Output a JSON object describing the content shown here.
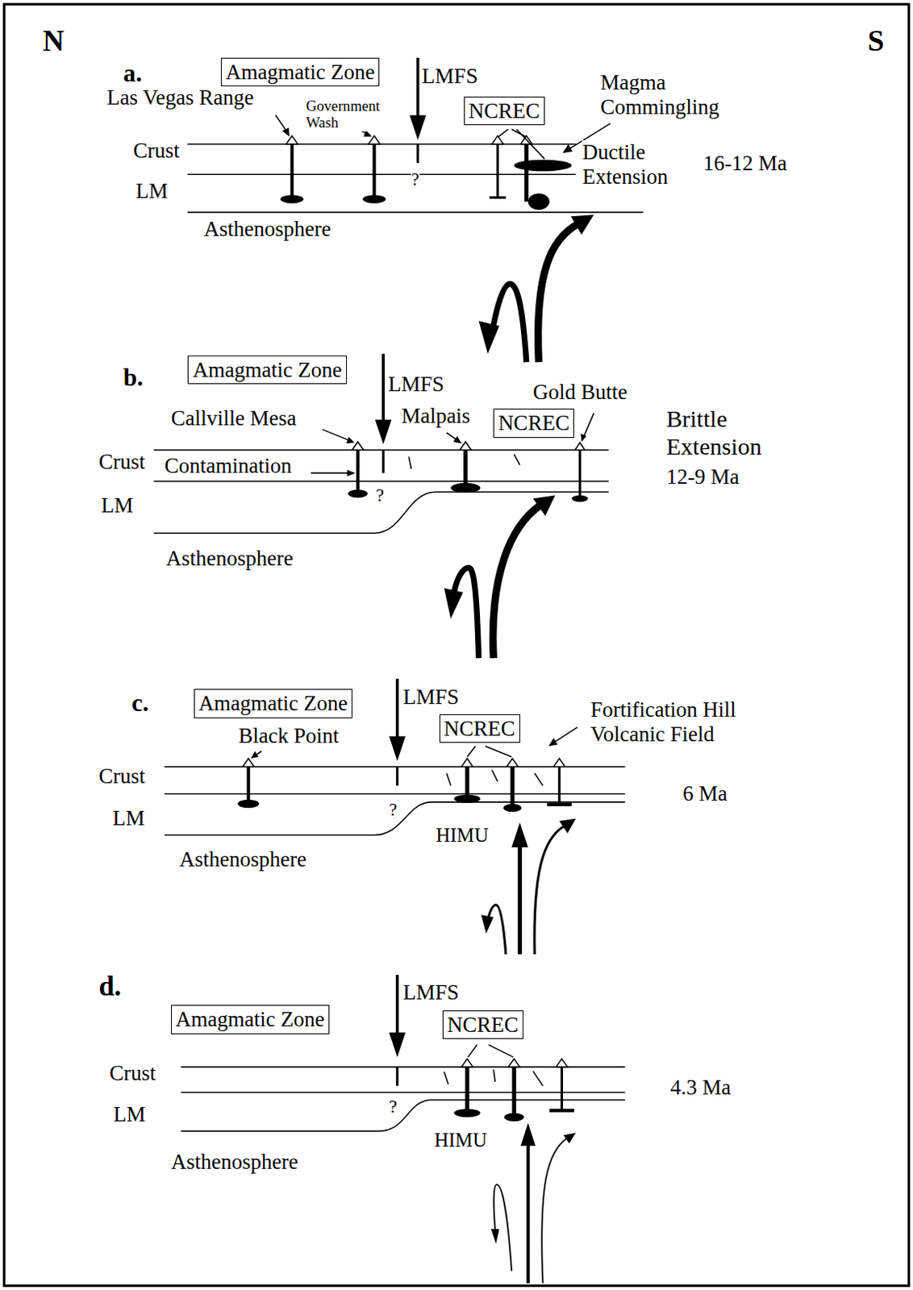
{
  "diagram": {
    "nodes": [
      {
        "text": [
          "Amagmatic Zone"
        ]
      },
      {
        "text": [
          "NCREC"
        ]
      },
      {
        "text": [
          "Amagmatic Zone"
        ]
      },
      {
        "text": [
          "NCREC"
        ]
      },
      {
        "text": [
          "Amagmatic Zone"
        ]
      },
      {
        "text": [
          "NCREC"
        ]
      },
      {
        "text": [
          "Amagmatic Zone"
        ]
      },
      {
        "text": [
          "NCREC"
        ]
      }
    ],
    "labels": [
      "N",
      "S",
      "a.",
      "LMFS",
      "Las Vegas Range",
      "Government Wash",
      "Magma Commingling",
      "Crust",
      "Ductile Extension",
      "16-12 Ma",
      "?",
      "LM",
      "Asthenosphere",
      "b.",
      "LMFS",
      "Gold Butte",
      "Callville Mesa",
      "Malpais",
      "Brittle Extension",
      "Crust",
      "Contamination",
      "12-9 Ma",
      "?",
      "LM",
      "Asthenosphere",
      "c.",
      "LMFS",
      "Fortification Hill Volcanic Field",
      "Black Point",
      "Crust",
      "6 Ma",
      "?",
      "LM",
      "HIMU",
      "Asthenosphere",
      "d.",
      "LMFS",
      "Crust",
      "4.3 Ma",
      "?",
      "LM",
      "HIMU",
      "Asthenosphere"
    ]
  }
}
